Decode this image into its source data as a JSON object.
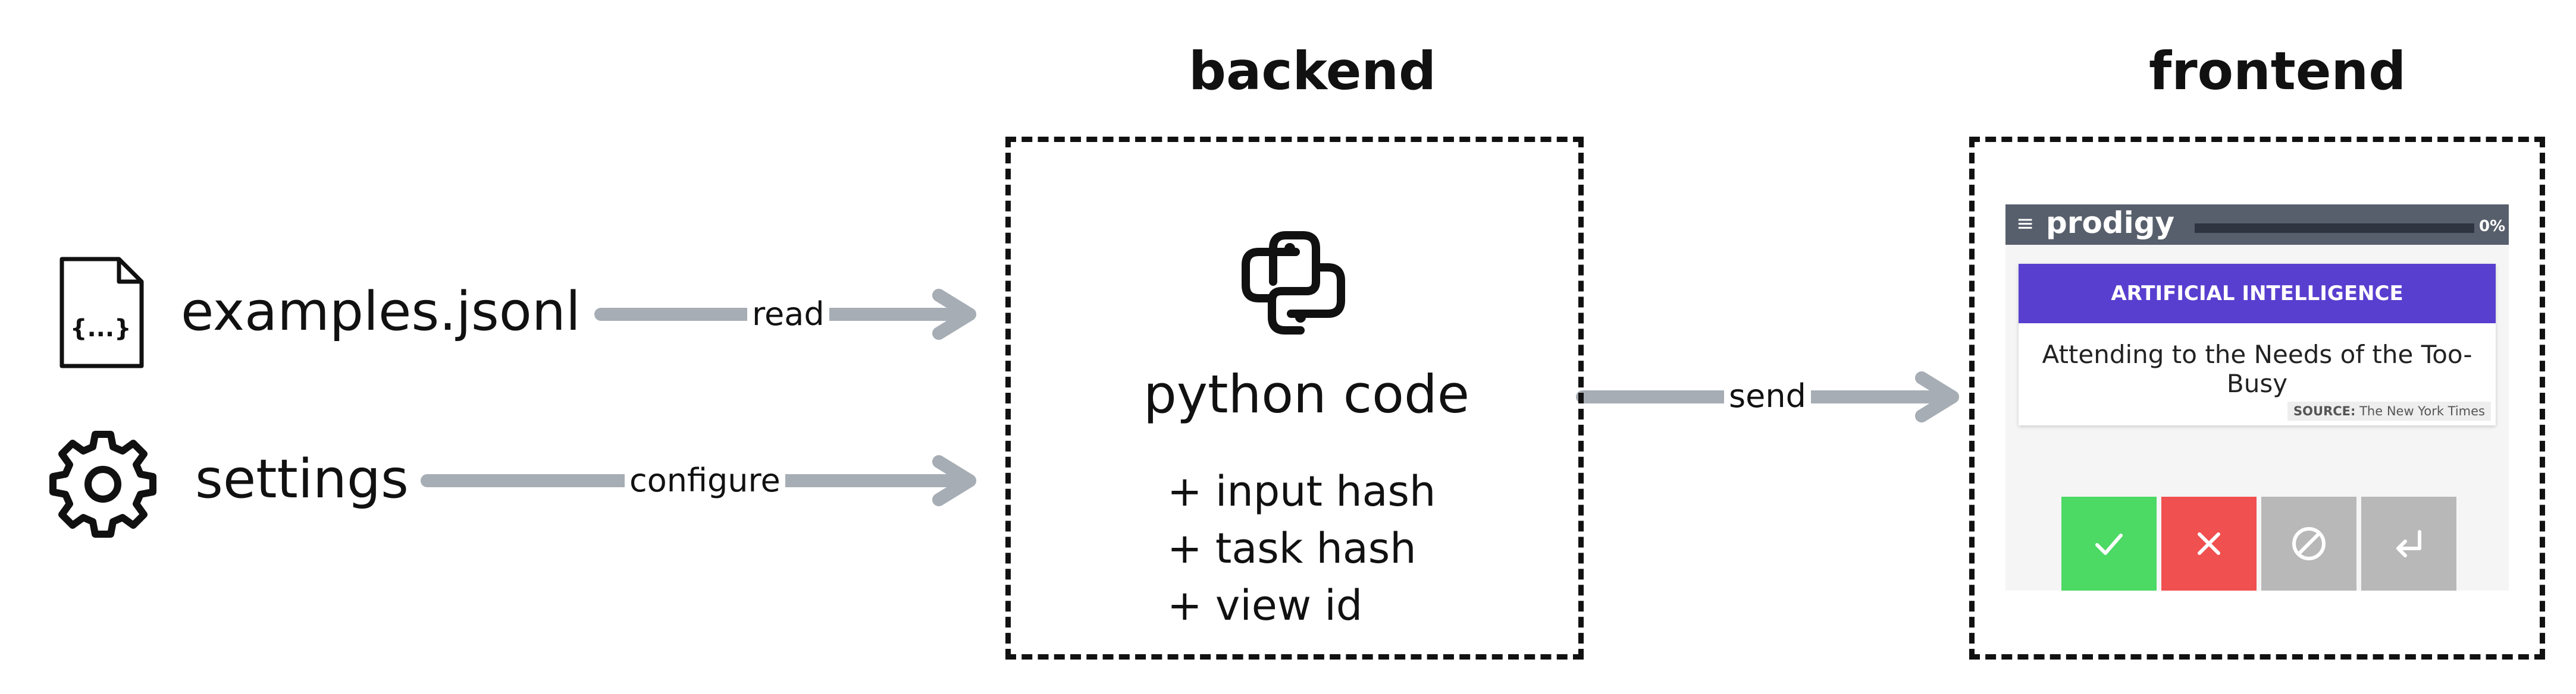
{
  "headings": {
    "backend": "backend",
    "frontend": "frontend"
  },
  "sources": {
    "examples_file": "examples.jsonl",
    "file_icon_text": "{...}",
    "settings": "settings"
  },
  "edges": {
    "read": "read",
    "configure": "configure",
    "send": "send"
  },
  "backend": {
    "title": "python code",
    "items": [
      "+ input hash",
      "+ task hash",
      "+ view id"
    ]
  },
  "frontend_app": {
    "menu_icon": "≡",
    "logo": "prodigy",
    "progress_label": "0%",
    "progress": 0,
    "card_label": "ARTIFICIAL INTELLIGENCE",
    "card_text": "Attending to the Needs of the Too-Busy",
    "source_prefix": "SOURCE:",
    "source_name": "The New York Times",
    "buttons": [
      {
        "name": "accept",
        "icon": "check-icon",
        "color": "#4cd964"
      },
      {
        "name": "reject",
        "icon": "cross-icon",
        "color": "#f0504f"
      },
      {
        "name": "ignore",
        "icon": "no-entry-icon",
        "color": "#b8b8b8"
      },
      {
        "name": "undo",
        "icon": "enter-arrow-icon",
        "color": "#b8b8b8"
      }
    ]
  },
  "colors": {
    "arrow": "#a6adb4",
    "outline": "#111111",
    "accent": "#583fcf"
  }
}
